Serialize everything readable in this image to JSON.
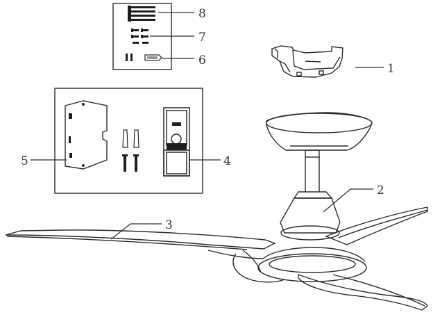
{
  "figure": {
    "callouts": [
      {
        "id": "1",
        "label": "1"
      },
      {
        "id": "2",
        "label": "2"
      },
      {
        "id": "3",
        "label": "3"
      },
      {
        "id": "4",
        "label": "4"
      },
      {
        "id": "5",
        "label": "5"
      },
      {
        "id": "6",
        "label": "6"
      },
      {
        "id": "7",
        "label": "7"
      },
      {
        "id": "8",
        "label": "8"
      }
    ],
    "colors": {
      "line": "#2b2b2b",
      "fill": "#ffffff",
      "dark": "#1e1e1e"
    }
  }
}
